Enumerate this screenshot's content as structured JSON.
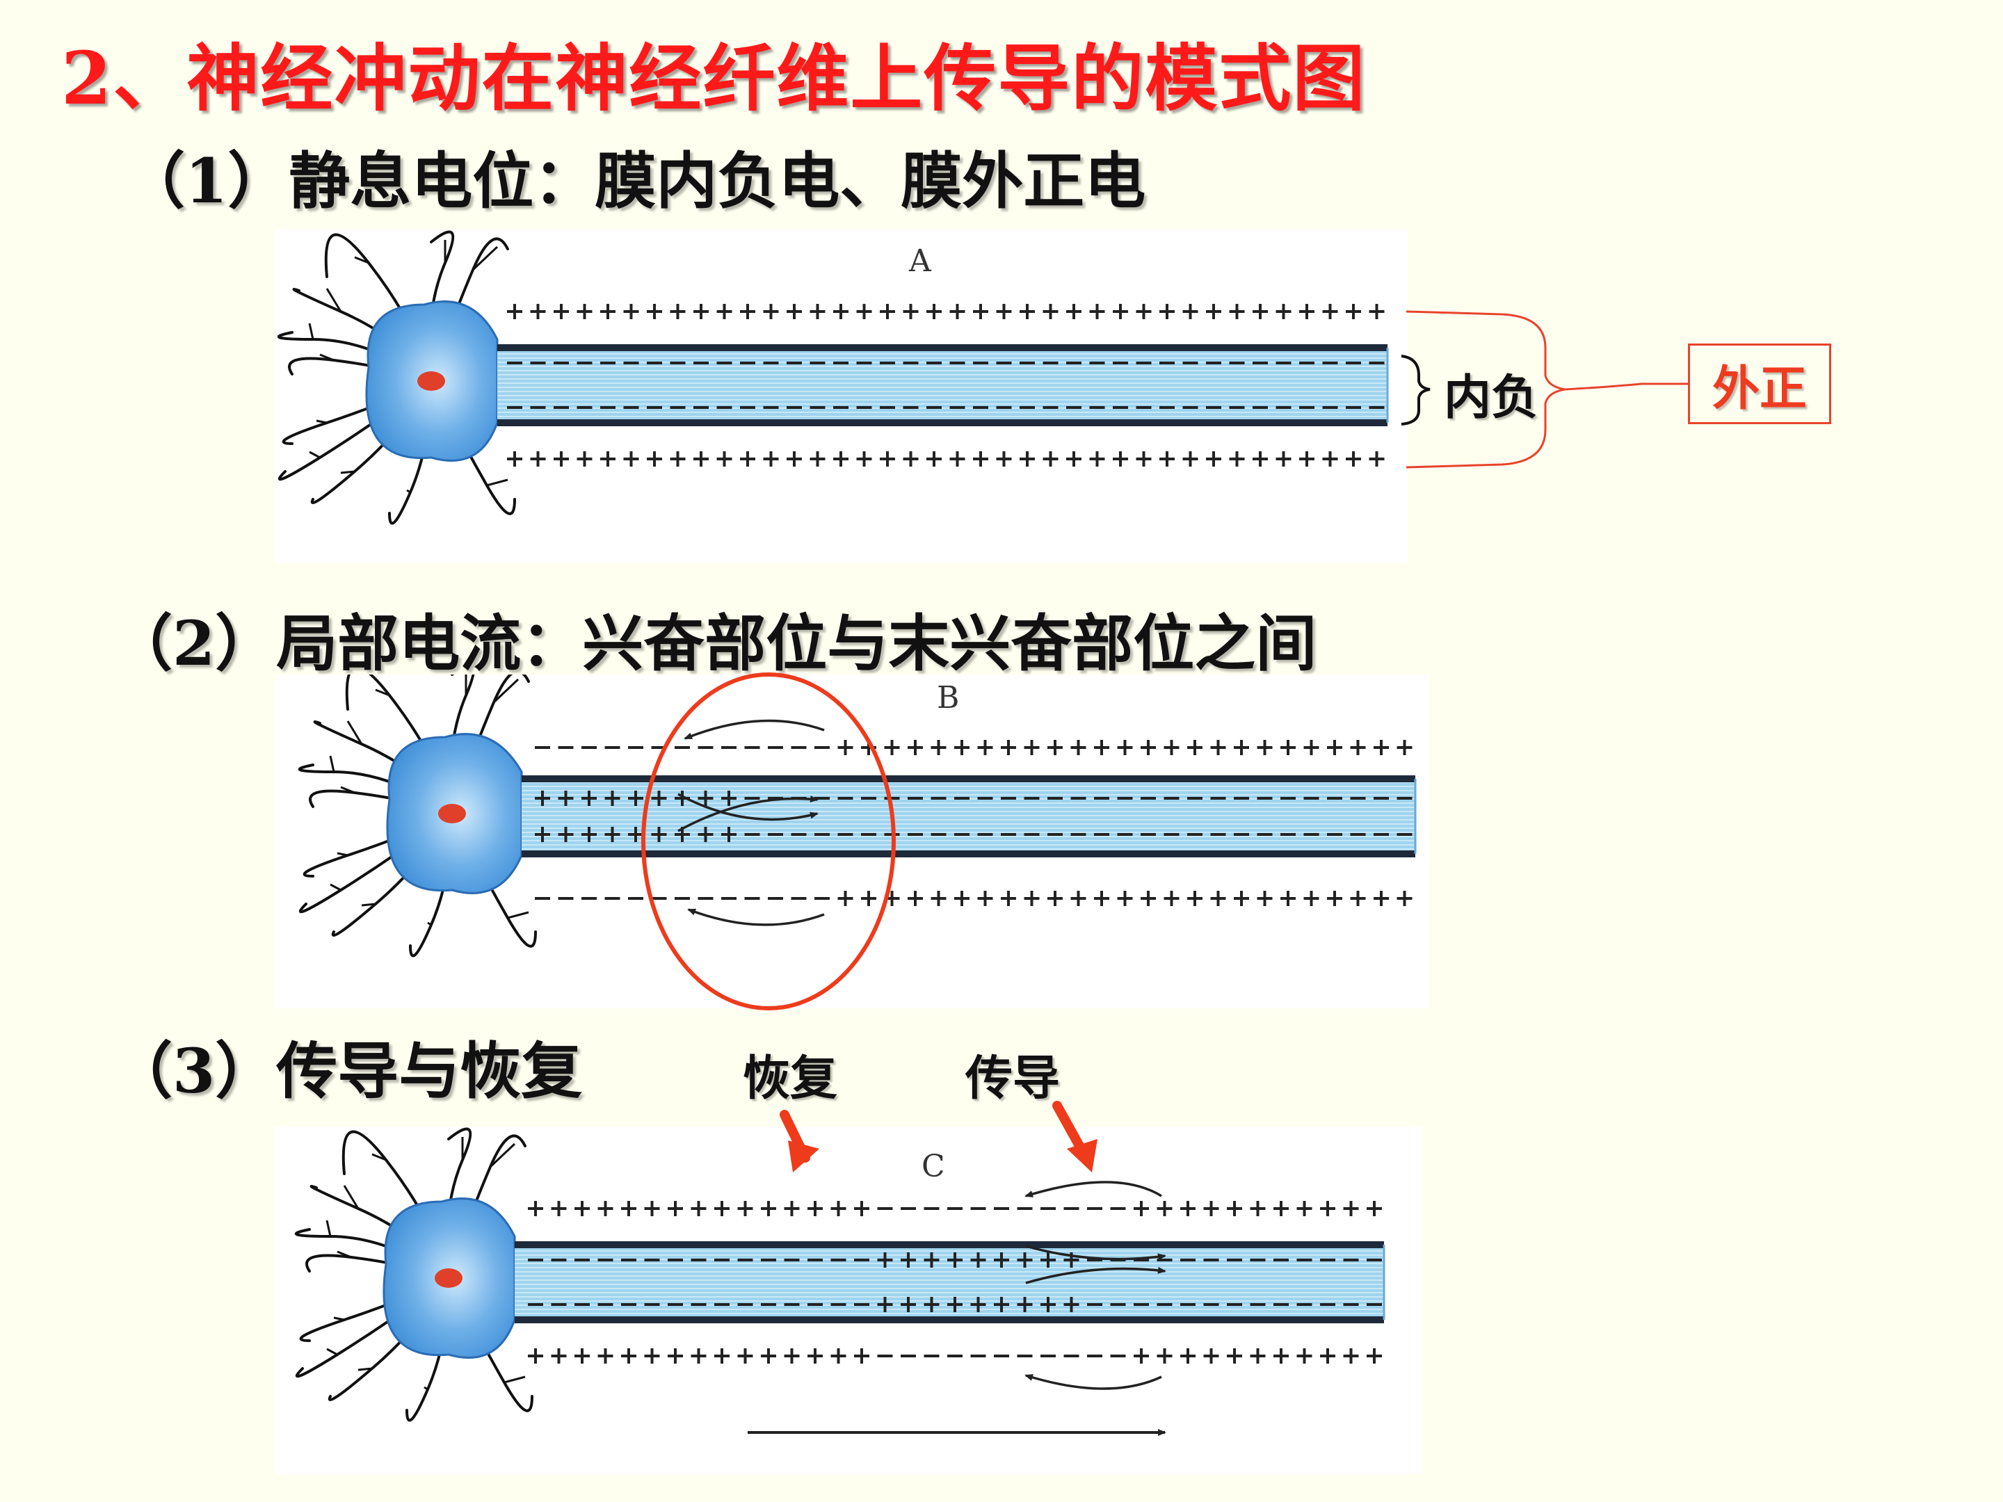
{
  "title": "2、神经冲动在神经纤维上传导的模式图",
  "sections": [
    {
      "heading": "（1）静息电位：膜内负电、膜外正电",
      "panel_letter": "A"
    },
    {
      "heading": "（2）局部电流：兴奋部位与末兴奋部位之间",
      "panel_letter": "B"
    },
    {
      "heading": "（3）传导与恢复",
      "panel_letter": "C"
    }
  ],
  "annotations": {
    "inner_negative": "内负",
    "outer_positive": "外正",
    "recovery": "恢复",
    "conduction": "传导"
  },
  "colors": {
    "title": "#ff1a1a",
    "callout": "#e8432c",
    "axon_fill": "#9fd4ee",
    "axon_membrane": "#1e2a3a",
    "neuron_body": "#3f8fd8",
    "nucleus": "#e0402a"
  }
}
